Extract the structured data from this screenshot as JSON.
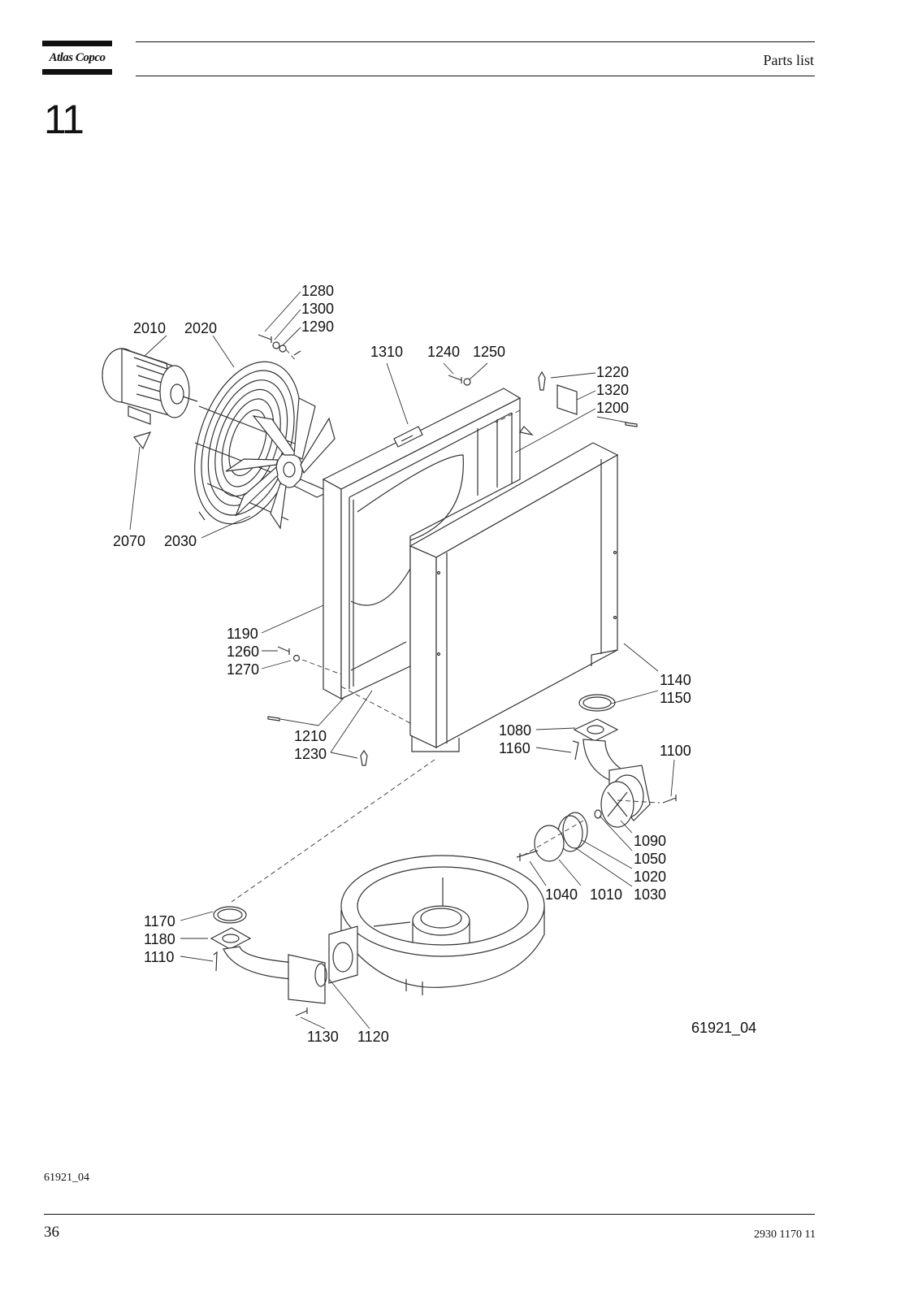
{
  "header": {
    "brand": "Atlas Copco",
    "title": "Parts list"
  },
  "section_number": "11",
  "figure": {
    "drawing_id": "61921_04",
    "callouts": {
      "c2010": "2010",
      "c2020": "2020",
      "c1280": "1280",
      "c1300": "1300",
      "c1290": "1290",
      "c1310": "1310",
      "c1240": "1240",
      "c1250": "1250",
      "c1220": "1220",
      "c1320": "1320",
      "c1200": "1200",
      "c2070": "2070",
      "c2030": "2030",
      "c1190": "1190",
      "c1260": "1260",
      "c1270": "1270",
      "c1140": "1140",
      "c1150": "1150",
      "c1080": "1080",
      "c1160": "1160",
      "c1210": "1210",
      "c1230": "1230",
      "c1100": "1100",
      "c1090": "1090",
      "c1050": "1050",
      "c1020": "1020",
      "c1040": "1040",
      "c1010": "1010",
      "c1030": "1030",
      "c1170": "1170",
      "c1180": "1180",
      "c1110": "1110",
      "c1130": "1130",
      "c1120": "1120"
    }
  },
  "footer": {
    "figure_ref": "61921_04",
    "page_number": "36",
    "doc_number": "2930 1170 11"
  }
}
